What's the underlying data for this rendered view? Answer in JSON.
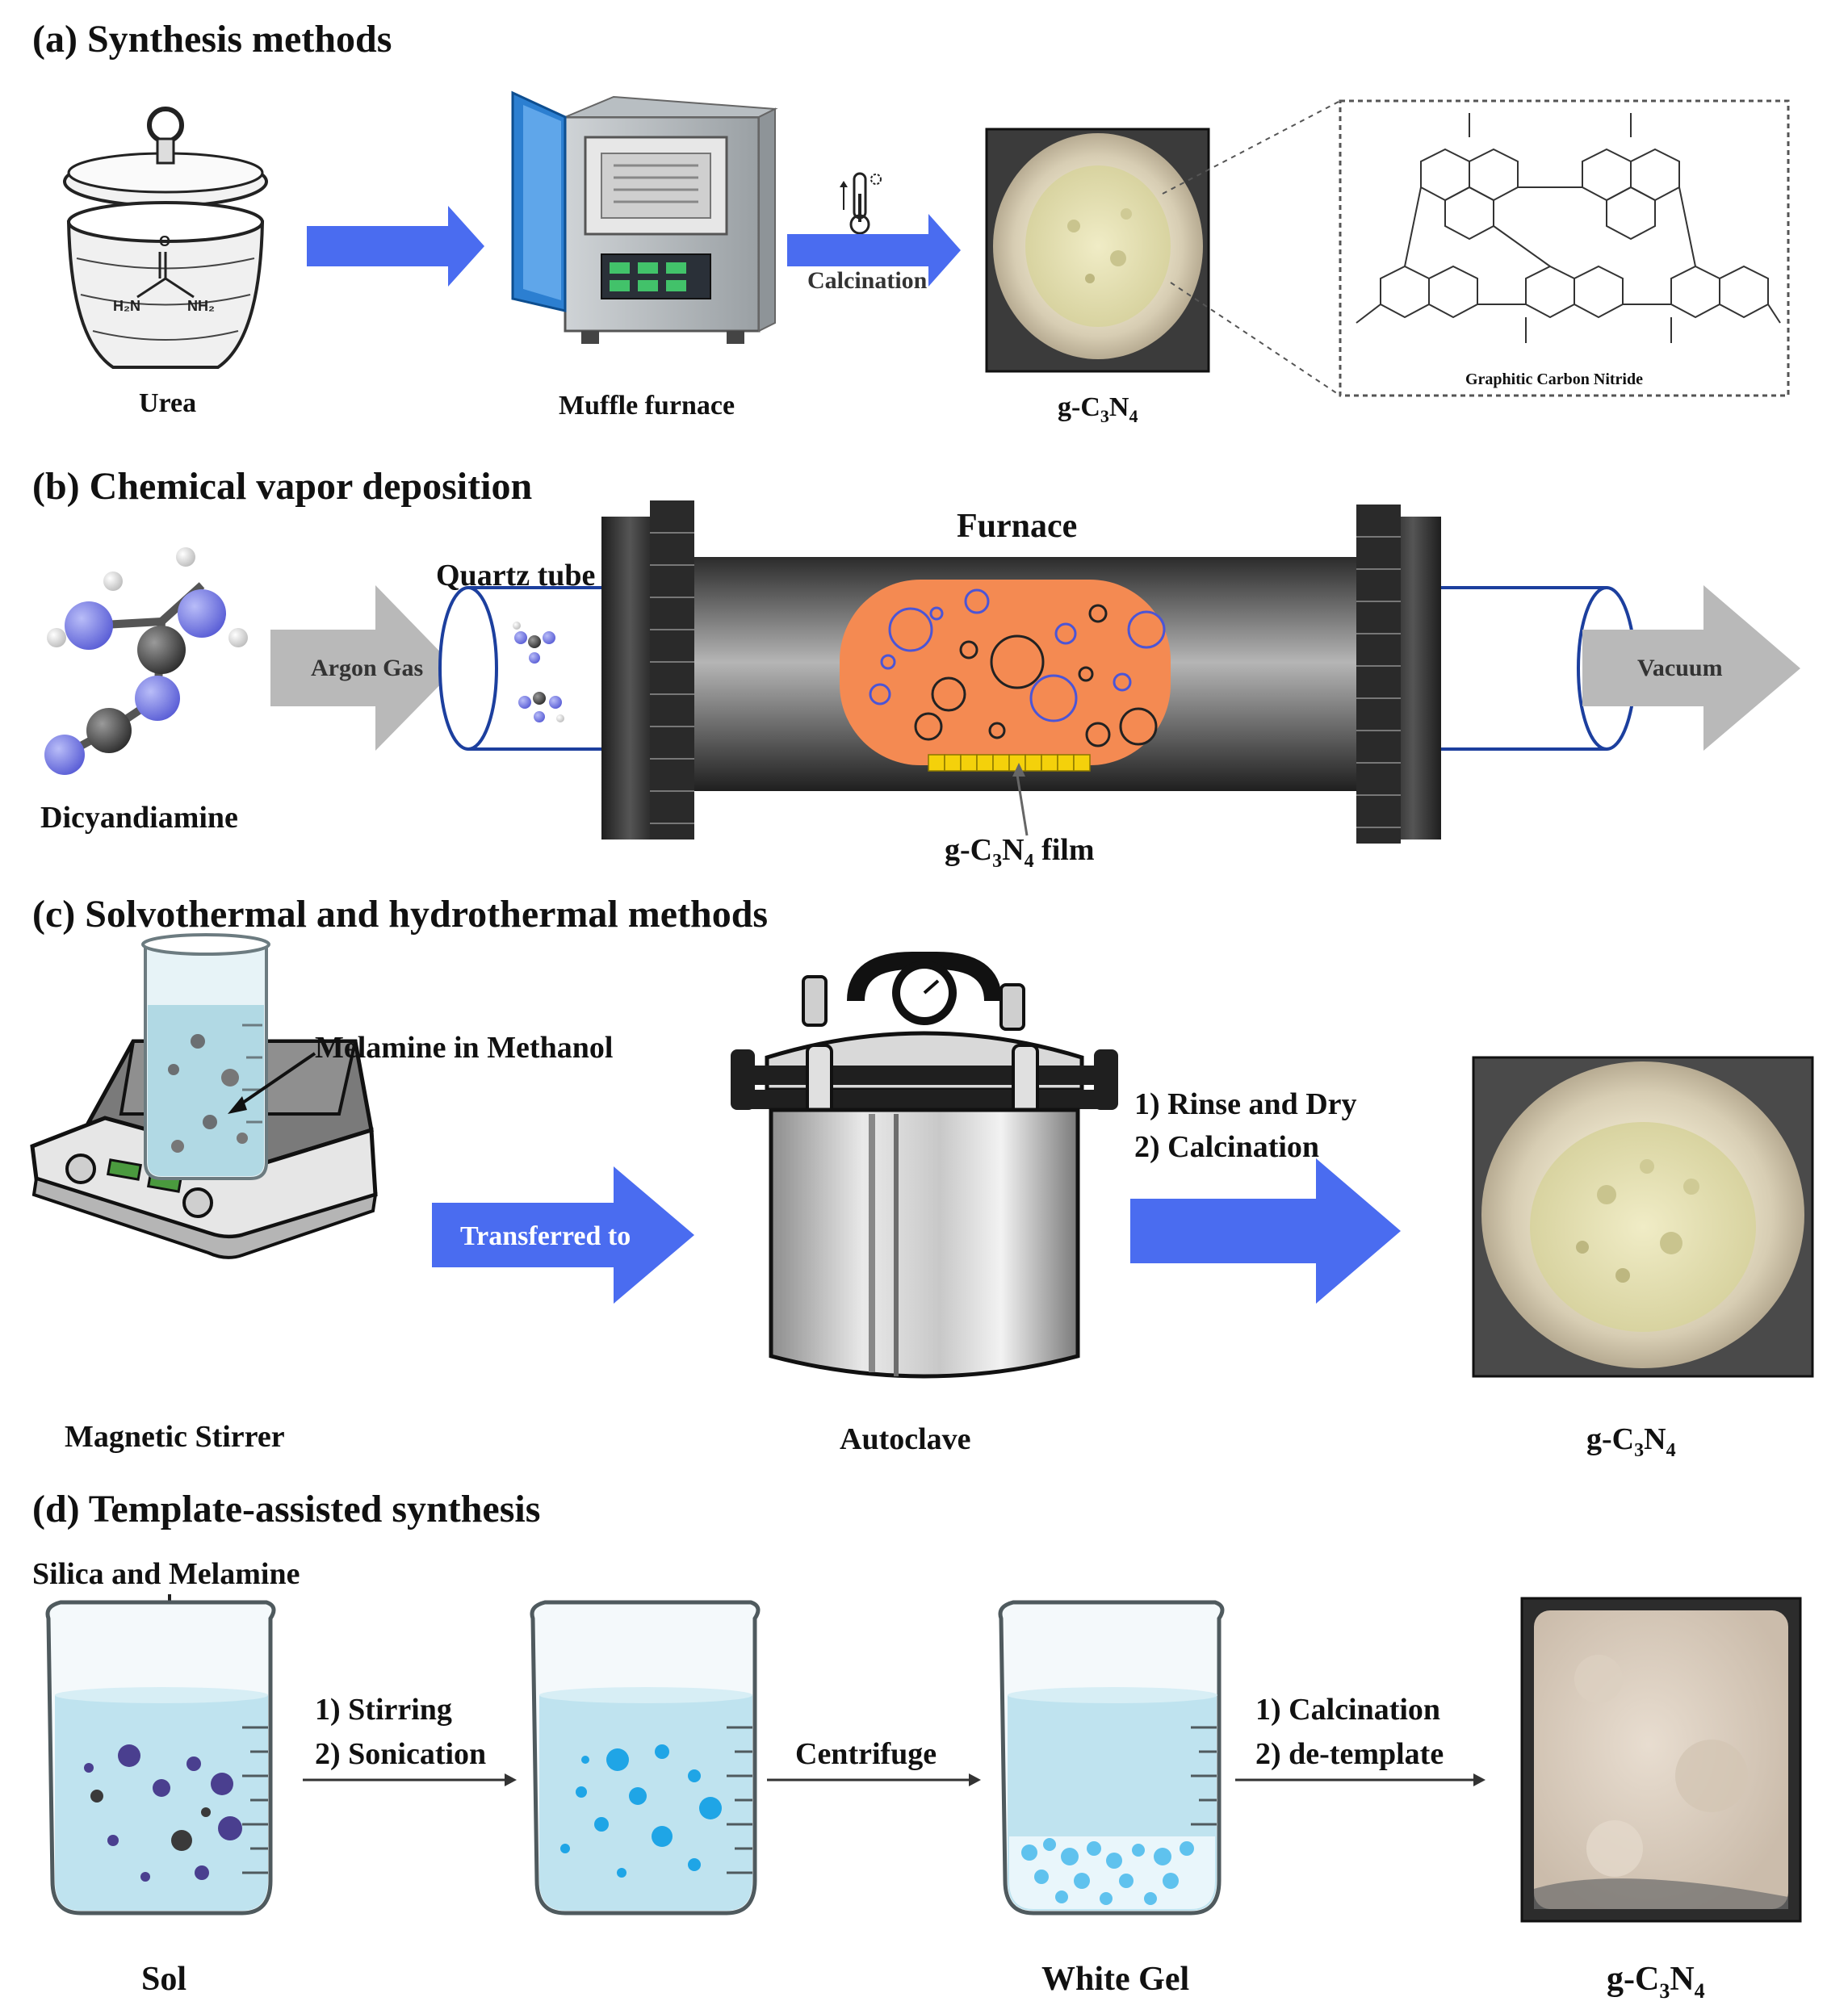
{
  "sections": {
    "a": {
      "title": "(a) Synthesis methods",
      "labels": {
        "urea": "Urea",
        "muffle": "Muffle furnace",
        "product": "g-C",
        "product_sub3": "3",
        "product_n": "N",
        "product_sub4": "4",
        "structure": "Graphitic Carbon Nitride"
      },
      "arrow2": "Calcination",
      "molecule": {
        "left": "H₂N",
        "right": "NH₂",
        "top": "O"
      }
    },
    "b": {
      "title": "(b) Chemical vapor deposition",
      "labels": {
        "furnace": "Furnace",
        "quartz": "Quartz tube",
        "precursor": "Dicyandiamine",
        "film_pre": "g-C",
        "film_sub3": "3",
        "film_n": "N",
        "film_sub4": "4",
        "film_post": " film"
      },
      "arrow_in": "Argon Gas",
      "arrow_out": "Vacuum"
    },
    "c": {
      "title": "(c) Solvothermal and hydrothermal methods",
      "labels": {
        "stirrer": "Magnetic Stirrer",
        "autoclave": "Autoclave",
        "melamine": "Melamine in Methanol",
        "product": "g-C",
        "product_sub3": "3",
        "product_n": "N",
        "product_sub4": "4"
      },
      "arrow1": "Transferred to",
      "steps": [
        "1) Rinse and Dry",
        "2) Calcination"
      ]
    },
    "d": {
      "title": "(d) Template-assisted synthesis",
      "labels": {
        "silica": "Silica and Melamine",
        "sol": "Sol",
        "gel": "White Gel",
        "product": "g-C",
        "product_sub3": "3",
        "product_n": "N",
        "product_sub4": "4"
      },
      "arrow1": [
        "1) Stirring",
        "2) Sonication"
      ],
      "arrow2": "Centrifuge",
      "arrow3": [
        "1) Calcination",
        "2) de-template"
      ]
    }
  },
  "colors": {
    "blue_arrow": "#4a6cf0",
    "gray_arrow": "#b9b9b9",
    "furnace_orange": "#f48a52",
    "water": "#bfe3ef",
    "powder": "#e8e3b8"
  }
}
